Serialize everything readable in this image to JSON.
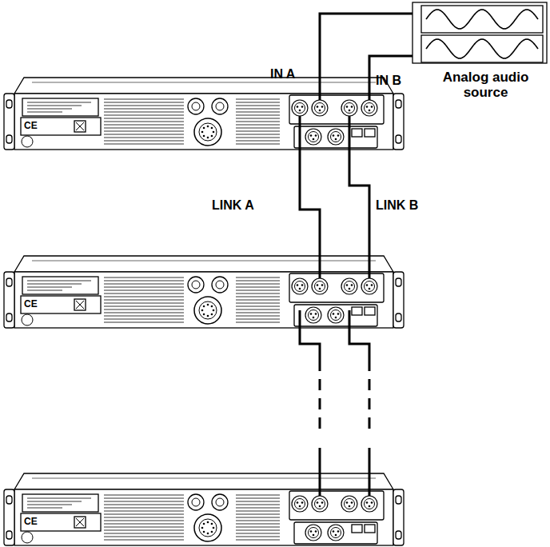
{
  "diagram": {
    "nodes": [
      {
        "text": [
          "Analog audio source"
        ]
      }
    ],
    "labels": [
      "IN A",
      "IN B",
      "LINK A",
      "LINK B",
      "CE",
      "CE",
      "CE"
    ]
  }
}
